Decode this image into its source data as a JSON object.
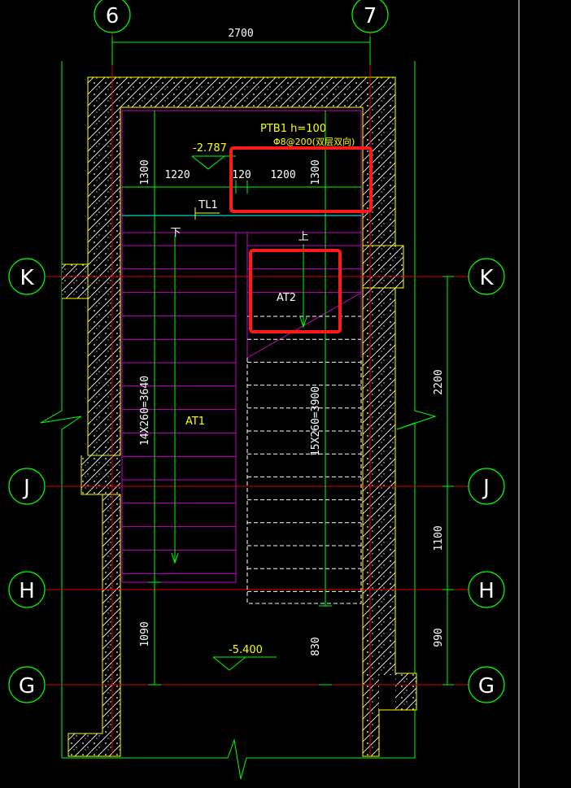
{
  "colors": {
    "background": "#000000",
    "grid_axis": "#00ff00",
    "axis_line": "#e00000",
    "wall_outline": "#ffff00",
    "stair_lines": "#cc00cc",
    "dims": "#00ff00",
    "dim_text": "#ffffff",
    "label_text": "#ffff00",
    "highlight_box": "#ff1a1a",
    "concrete": "#ffffff"
  },
  "axes": {
    "top": [
      "6",
      "7"
    ],
    "left": [
      "K",
      "J",
      "H",
      "G"
    ],
    "right": [
      "K",
      "J",
      "H",
      "G"
    ]
  },
  "dimensions": {
    "top_span": "2700",
    "landing_left_height": "1300",
    "landing_left_width": "1220",
    "landing_gap": "120",
    "landing_right_width": "1200",
    "landing_right_height": "1300",
    "right_upper": "2200",
    "right_middle": "1100",
    "right_lower": "990",
    "left_bottom": "1090",
    "mid_bottom": "830",
    "flight1": "14X260=3640",
    "flight2": "15X260=3900"
  },
  "labels": {
    "elev_top": "-2.787",
    "elev_bottom": "-5.400",
    "slab_name": "PTB1 h=100",
    "slab_rebar": "Φ8@200(双层双向)",
    "beam": "TL1",
    "down": "下",
    "up": "上",
    "stair1": "AT1",
    "stair2": "AT2"
  }
}
